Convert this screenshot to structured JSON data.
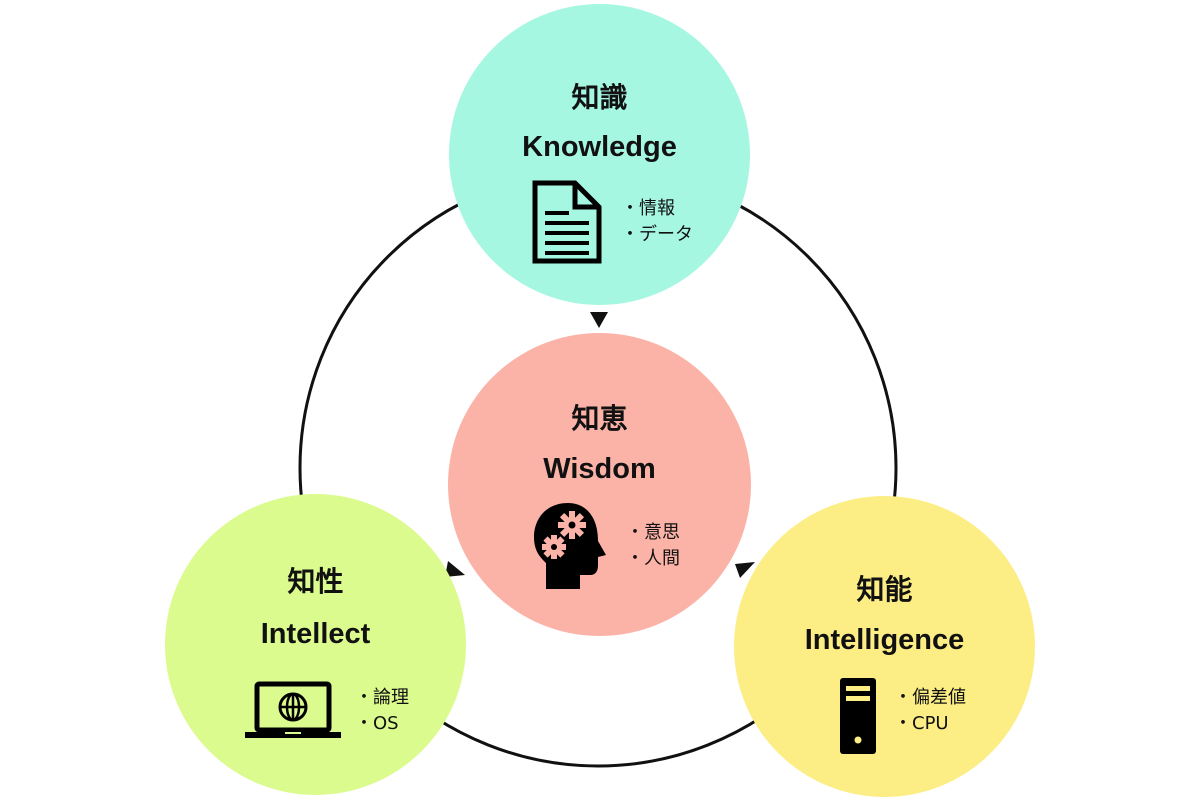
{
  "nodes": {
    "knowledge": {
      "jp": "知識",
      "en": "Knowledge",
      "icon": "document-icon",
      "bullets": [
        "情報",
        "データ"
      ],
      "color": "#a6f7e2"
    },
    "wisdom": {
      "jp": "知恵",
      "en": "Wisdom",
      "icon": "head-gears-icon",
      "bullets": [
        "意思",
        "人間"
      ],
      "color": "#fbb3a8"
    },
    "intellect": {
      "jp": "知性",
      "en": "Intellect",
      "icon": "laptop-globe-icon",
      "bullets": [
        "論理",
        "OS"
      ],
      "color": "#dcfb8f"
    },
    "intelligence": {
      "jp": "知能",
      "en": "Intelligence",
      "icon": "server-tower-icon",
      "bullets": [
        "偏差値",
        "CPU"
      ],
      "color": "#fcee85"
    }
  },
  "colors": {
    "ring": "#111111",
    "icon": "#000000"
  }
}
